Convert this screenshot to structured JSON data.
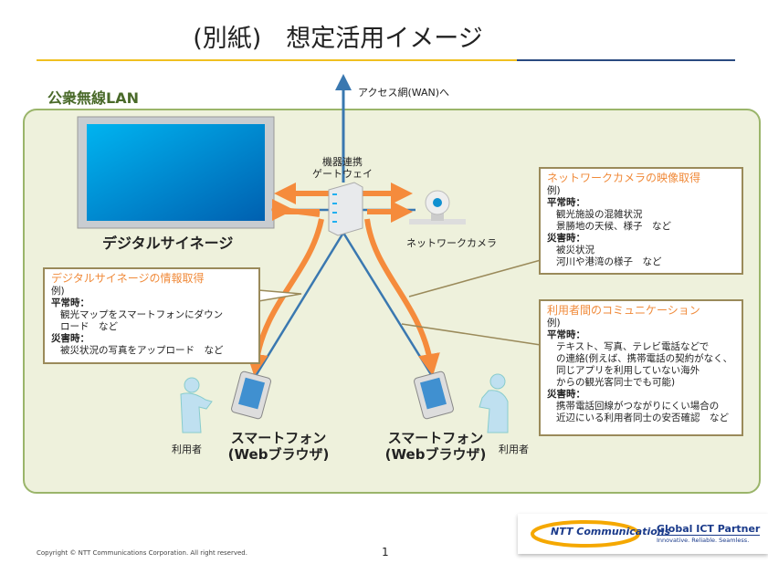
{
  "title": "(別紙)　想定活用イメージ",
  "area_label": "公衆無線LAN",
  "wan_label": "アクセス網(WAN)へ",
  "gateway_label": [
    "機器連携",
    "ゲートウェイ"
  ],
  "signage_label": "デジタルサイネージ",
  "camera_label": "ネットワークカメラ",
  "user_label": "利用者",
  "phone_label": [
    "スマートフォン",
    "(Webブラウザ)"
  ],
  "callouts": {
    "signage": {
      "heading": "デジタルサイネージの情報取得",
      "example": "例)",
      "normal": "平常時：",
      "normal_lines": [
        "観光マップをスマートフォンにダウン",
        "ロード　など"
      ],
      "disaster": "災害時：",
      "disaster_lines": [
        "被災状況の写真をアップロード　など"
      ]
    },
    "camera": {
      "heading": "ネットワークカメラの映像取得",
      "example": "例)",
      "normal": "平常時：",
      "normal_lines": [
        "観光施設の混雑状況",
        "景勝地の天候、様子　など"
      ],
      "disaster": "災害時：",
      "disaster_lines": [
        "被災状況",
        "河川や港湾の様子　など"
      ]
    },
    "comm": {
      "heading": "利用者間のコミュニケーション",
      "example": "例)",
      "normal": "平常時：",
      "normal_lines": [
        "テキスト、写真、テレビ電話などで",
        "の連絡(例えば、携帯電話の契約がなく、",
        "同じアプリを利用していない海外",
        "からの観光客同士でも可能)"
      ],
      "disaster": "災害時：",
      "disaster_lines": [
        "携帯電話回線がつながりにくい場合の",
        "近辺にいる利用者同士の安否確認　など"
      ]
    }
  },
  "logo": {
    "brand": "NTT Communications",
    "tagline": "Global ICT Partner",
    "sub": "Innovative. Reliable. Seamless."
  },
  "footer": "Copyright © NTT Communications Corporation. All right reserved.",
  "page": "1",
  "colors": {
    "accent": "#f08a3a",
    "blue": "#3a78b0",
    "green_bg": "#eef1dc"
  }
}
